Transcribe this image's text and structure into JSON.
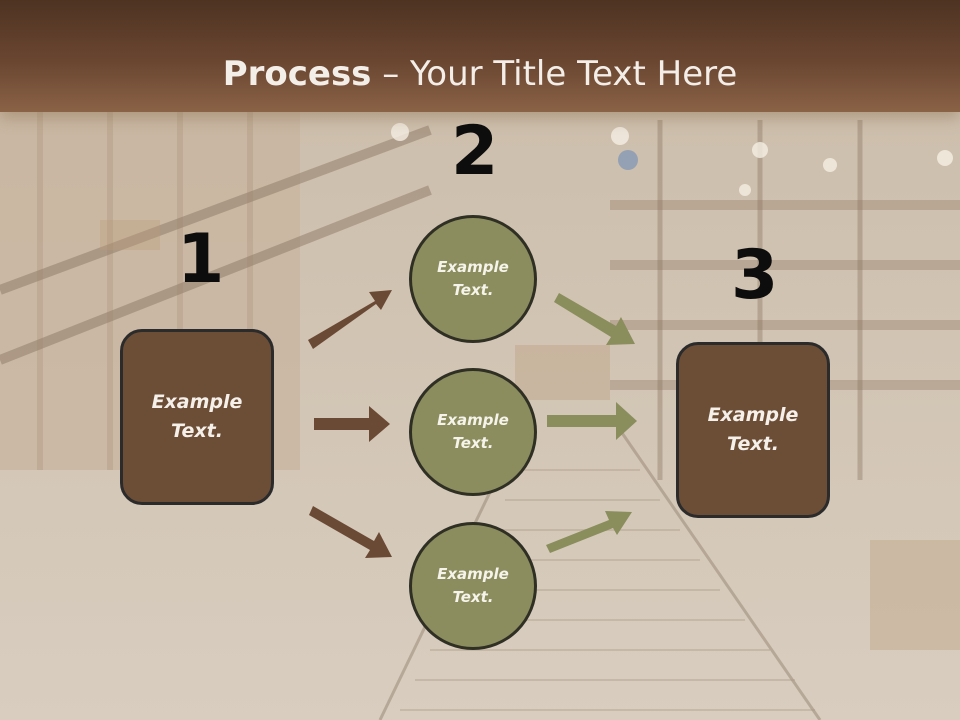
{
  "title": {
    "bold": "Process",
    "rest": " – Your Title Text Here"
  },
  "steps": {
    "n1": "1",
    "n2": "2",
    "n3": "3"
  },
  "left_box": {
    "line1": "Example",
    "line2": "Text."
  },
  "right_box": {
    "line1": "Example",
    "line2": "Text."
  },
  "circles": [
    {
      "line1": "Example",
      "line2": "Text."
    },
    {
      "line1": "Example",
      "line2": "Text."
    },
    {
      "line1": "Example",
      "line2": "Text."
    }
  ],
  "colors": {
    "brown": "#6c4e37",
    "olive": "#8b8d5e",
    "arrow_brown": "#6b4a35",
    "arrow_olive": "#8a8d5c"
  }
}
